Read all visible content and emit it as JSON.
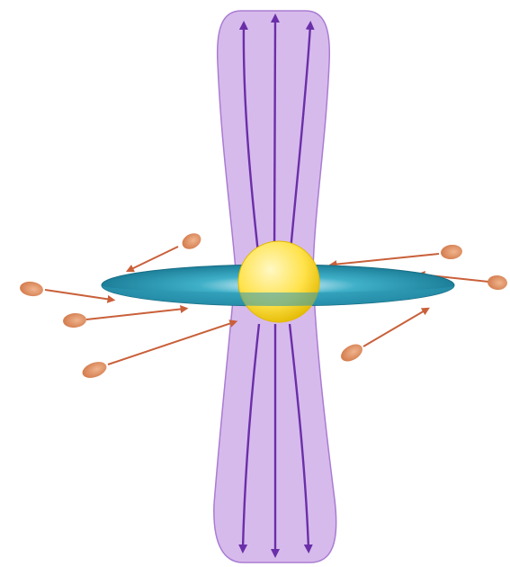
{
  "diagram": {
    "colors": {
      "background": "#ffffff",
      "jet_fill": "#c9a3e6",
      "jet_edge": "#a97cd2",
      "jet_arrow": "#6a2fa8",
      "disk_outer": "#1d7f9a",
      "disk_mid": "#3fb0c8",
      "disk_inner": "#f2fbff",
      "star": "#ffe24a",
      "star_edge": "#e2b800",
      "infall_arrow": "#c9603a",
      "clump": "#d37b4c"
    },
    "jets": [
      {
        "id": "upper",
        "arrow_direction": "up",
        "arrow_count": 3
      },
      {
        "id": "lower",
        "arrow_direction": "down",
        "arrow_count": 3
      }
    ],
    "disk": {
      "label": ""
    },
    "star": {
      "label": ""
    },
    "infalling_clumps": {
      "count": 7
    }
  }
}
